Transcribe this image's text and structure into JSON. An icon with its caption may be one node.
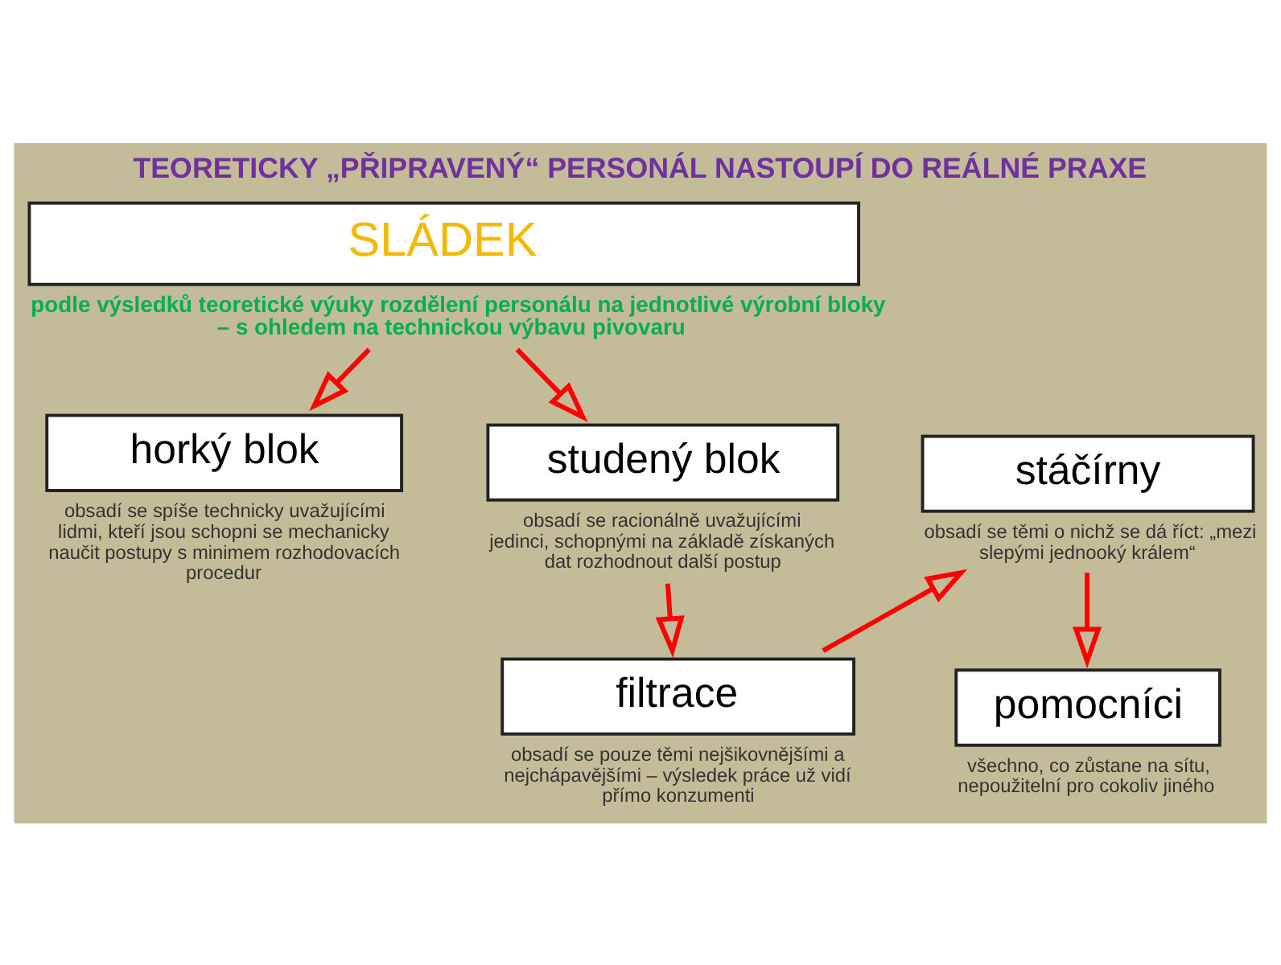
{
  "diagram": {
    "title": "TEORETICKY „PŘIPRAVENÝ“ PERSONÁL NASTOUPÍ DO REÁLNÉ PRAXE",
    "nodes": [
      {
        "text": [
          "SLÁDEK"
        ],
        "beside": [
          "podle výsledků teoretické výuky rozdělení personálu na jednotlivé výrobní bloky – s ohledem na technickou výbavu pivovaru"
        ]
      },
      {
        "text": [
          "horký blok"
        ],
        "beside": [
          "obsadí se spíše technicky uvažujícími lidmi, kteří jsou schopni se mechanicky naučit postupy s minimem rozhodovacích procedur"
        ]
      },
      {
        "text": [
          "studený blok"
        ],
        "beside": [
          "obsadí se racionálně uvažujícími jedinci, schopnými na základě získaných dat rozhodnout další postup"
        ]
      },
      {
        "text": [
          "stáčírny"
        ],
        "beside": [
          "obsadí se těmi o nichž se dá říct: „mezi slepými jednooký králem“"
        ]
      },
      {
        "text": [
          "filtrace"
        ],
        "beside": [
          "obsadí se pouze těmi nejšikovnějšími a nejchápavějšími – výsledek práce už vidí přímo konzumenti"
        ]
      },
      {
        "text": [
          "pomocníci"
        ],
        "beside": [
          "všechno, co zůstane na sítu, nepoužitelní pro cokoliv jiného"
        ]
      }
    ],
    "edges": [
      {
        "from": 0,
        "to": 1,
        "arrow": "to"
      },
      {
        "from": 0,
        "to": 2,
        "arrow": "to"
      },
      {
        "from": 2,
        "to": 4,
        "arrow": "to"
      },
      {
        "from": 4,
        "to": 3,
        "arrow": "to"
      },
      {
        "from": 3,
        "to": 5,
        "arrow": "to"
      }
    ]
  }
}
